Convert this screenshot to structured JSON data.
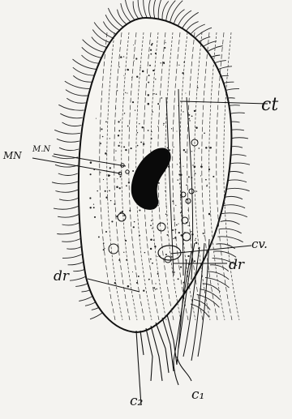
{
  "figure": {
    "labels": {
      "mn": "MN",
      "mn_small": "M.N",
      "ct": "ct",
      "cv": "cv.",
      "dr_right": "dr",
      "dr_left": "dr",
      "c1": "c₁",
      "c2": "c₂"
    }
  }
}
